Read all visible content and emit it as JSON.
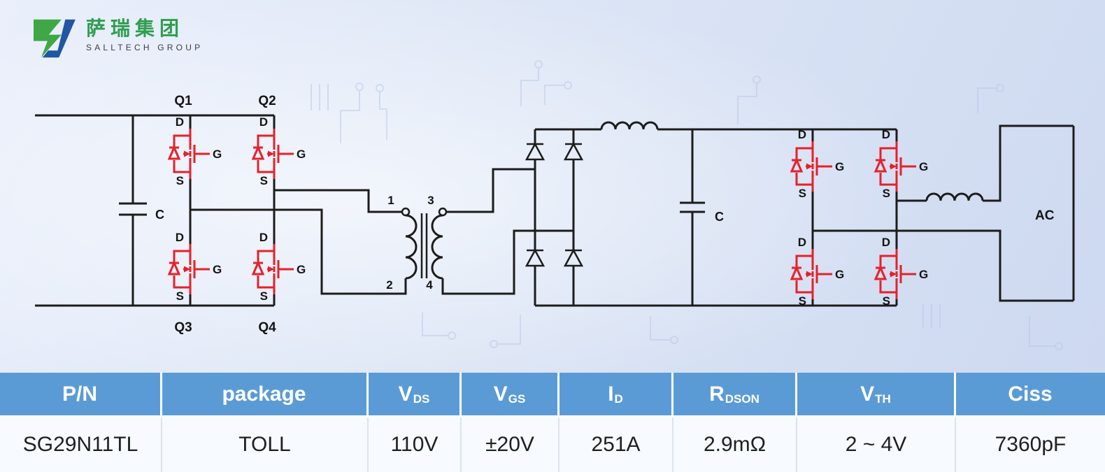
{
  "logo": {
    "cn": "萨瑞集团",
    "en": "SALLTECH GROUP"
  },
  "schematic": {
    "transistor_labels": {
      "q1": "Q1",
      "q2": "Q2",
      "q3": "Q3",
      "q4": "Q4"
    },
    "mosfet_pins": {
      "drain": "D",
      "gate": "G",
      "source": "S"
    },
    "transformer_pins": {
      "p1": "1",
      "p2": "2",
      "p3": "3",
      "p4": "4"
    },
    "input_cap_label": "C",
    "output_cap_label": "C",
    "ac_label": "AC"
  },
  "table": {
    "headers": [
      {
        "base": "P/N",
        "sub": ""
      },
      {
        "base": "package",
        "sub": ""
      },
      {
        "base": "V",
        "sub": "DS"
      },
      {
        "base": "V",
        "sub": "GS"
      },
      {
        "base": "I",
        "sub": "D"
      },
      {
        "base": "R",
        "sub": "DSON"
      },
      {
        "base": "V",
        "sub": "TH"
      },
      {
        "base": "Ciss",
        "sub": ""
      }
    ],
    "row": [
      "SG29N11TL",
      "TOLL",
      "110V",
      "±20V",
      "251A",
      "2.9mΩ",
      "2 ~ 4V",
      "7360pF"
    ]
  },
  "colors": {
    "table_header_blue": "#5b9bd5",
    "mosfet_red": "#e62129",
    "logo_green": "#2f9e4f",
    "logo_blue": "#2156a5"
  }
}
